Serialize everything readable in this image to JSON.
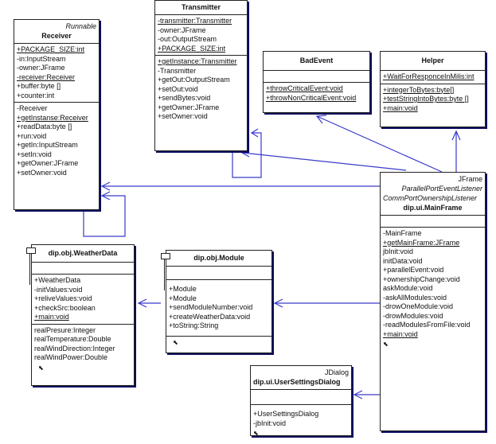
{
  "diagram": {
    "link_color": "#3a3acc",
    "classes": {
      "receiver": {
        "stereotype": "Runnable",
        "name": "Receiver",
        "attributes": [
          {
            "text": "+PACKAGE_SIZE:int",
            "static": true
          },
          {
            "text": "-in:InputStream",
            "static": false
          },
          {
            "text": "-owner:JFrame",
            "static": false
          },
          {
            "text": "-receiver:Receiver",
            "static": true
          },
          {
            "text": "+buffer:byte []",
            "static": false
          },
          {
            "text": "+counter:int",
            "static": false
          }
        ],
        "operations": [
          {
            "text": "-Receiver",
            "static": false
          },
          {
            "text": "+getInstanse:Receiver",
            "static": true
          },
          {
            "text": "+readData:byte []",
            "static": false
          },
          {
            "text": "+run:void",
            "static": false
          },
          {
            "text": "+getIn:InputStream",
            "static": false
          },
          {
            "text": "+setIn:void",
            "static": false
          },
          {
            "text": "+getOwner:JFrame",
            "static": false
          },
          {
            "text": "+setOwner:void",
            "static": false
          }
        ]
      },
      "transmitter": {
        "name": "Transmitter",
        "attributes": [
          {
            "text": "-transmitter:Transmitter",
            "static": true
          },
          {
            "text": "-owner:JFrame",
            "static": false
          },
          {
            "text": "-out:OutputStream",
            "static": false
          },
          {
            "text": "+PACKAGE_SIZE:int",
            "static": true
          }
        ],
        "operations": [
          {
            "text": "+getInstance:Transmitter",
            "static": true
          },
          {
            "text": "-Transmitter",
            "static": false
          },
          {
            "text": "+getOut:OutputStream",
            "static": false
          },
          {
            "text": "+setOut:void",
            "static": false
          },
          {
            "text": "+sendBytes:void",
            "static": false
          },
          {
            "text": "+getOwner:JFrame",
            "static": false
          },
          {
            "text": "+setOwner:void",
            "static": false
          }
        ]
      },
      "badevent": {
        "name": "BadEvent",
        "attributes": [],
        "operations": [
          {
            "text": "+throwCriticalEvent:void",
            "static": true
          },
          {
            "text": "+throwNonCriticalEvent:void",
            "static": true
          }
        ]
      },
      "helper": {
        "name": "Helper",
        "attributes": [
          {
            "text": "+WaitForResponceInMilis:int",
            "static": true
          }
        ],
        "operations": [
          {
            "text": "+integerToBytes:byte[]",
            "static": true
          },
          {
            "text": "+testStringIntoBytes:byte []",
            "static": true
          },
          {
            "text": "+main:void",
            "static": true
          }
        ]
      },
      "mainframe": {
        "stereotypes": [
          "JFrame",
          "ParallelPortEventListener",
          "CommPortOwnershipListener"
        ],
        "name": "dip.ui.MainFrame",
        "attributes": [],
        "operations": [
          {
            "text": "-MainFrame",
            "static": false
          },
          {
            "text": "+getMainFrame:JFrame",
            "static": true
          },
          {
            "text": "jbInit:void",
            "static": false
          },
          {
            "text": "initData:void",
            "static": false
          },
          {
            "text": "+parallelEvent:void",
            "static": false
          },
          {
            "text": "+ownershipChange:void",
            "static": false
          },
          {
            "text": "askModule:void",
            "static": false
          },
          {
            "text": "-askAllModules:void",
            "static": false
          },
          {
            "text": "-drowOneModule:void",
            "static": false
          },
          {
            "text": "-drowModules:void",
            "static": false
          },
          {
            "text": "-readModulesFromFile:void",
            "static": false
          },
          {
            "text": "+main:void",
            "static": true
          }
        ]
      },
      "weatherdata": {
        "name": "dip.obj.WeatherData",
        "attributes": [],
        "operations": [
          {
            "text": "+WeatherData",
            "static": false
          },
          {
            "text": "-initValues:void",
            "static": false
          },
          {
            "text": "+reliveValues:void",
            "static": false
          },
          {
            "text": "+checkSrc:boolean",
            "static": false
          },
          {
            "text": "+main:void",
            "static": true
          }
        ],
        "properties": [
          {
            "text": "realPresure:Integer"
          },
          {
            "text": "realTemperature:Double"
          },
          {
            "text": "realWindDirection:Integer"
          },
          {
            "text": "realWindPower:Double"
          }
        ]
      },
      "module": {
        "name": "dip.obj.Module",
        "attributes": [],
        "operations": [
          {
            "text": "+Module",
            "static": false
          },
          {
            "text": "+Module",
            "static": false
          },
          {
            "text": "+sendModuleNumber:void",
            "static": false
          },
          {
            "text": "+createWeatherData:void",
            "static": false
          },
          {
            "text": "+toString:String",
            "static": false
          }
        ]
      },
      "usersettingsdialog": {
        "stereotype": "JDialog",
        "name": "dip.ui.UserSettingsDialog",
        "attributes": [],
        "operations": [
          {
            "text": "+UserSettingsDialog",
            "static": false
          },
          {
            "text": "-jbInit:void",
            "static": false
          }
        ]
      }
    },
    "associations": [
      {
        "from": "mainframe",
        "to": "receiver"
      },
      {
        "from": "receiver",
        "to": "receiver",
        "kind": "self"
      },
      {
        "from": "mainframe",
        "to": "transmitter"
      },
      {
        "from": "transmitter",
        "to": "transmitter",
        "kind": "self"
      },
      {
        "from": "mainframe",
        "to": "badevent"
      },
      {
        "from": "mainframe",
        "to": "helper"
      },
      {
        "from": "mainframe",
        "to": "module"
      },
      {
        "from": "module",
        "to": "weatherdata"
      },
      {
        "from": "mainframe",
        "to": "usersettingsdialog"
      }
    ]
  }
}
